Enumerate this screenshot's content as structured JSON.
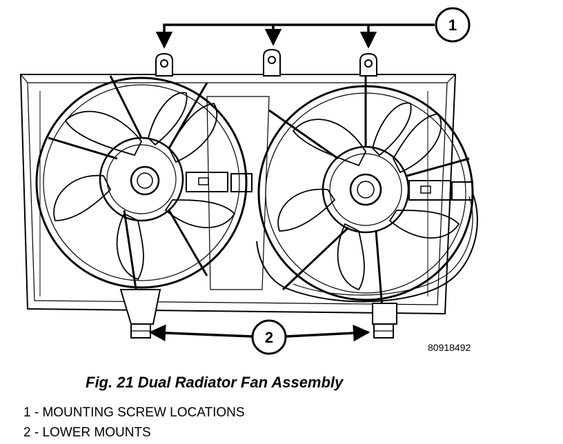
{
  "figure": {
    "caption": "Fig. 21 Dual Radiator Fan Assembly",
    "part_number": "80918492",
    "callouts": [
      {
        "number": "1",
        "meaning": "MOUNTING SCREW LOCATIONS"
      },
      {
        "number": "2",
        "meaning": "LOWER MOUNTS"
      }
    ]
  },
  "legend": [
    "1 - MOUNTING SCREW LOCATIONS",
    "2 - LOWER MOUNTS"
  ],
  "colors": {
    "line": "#000000",
    "background": "#ffffff"
  }
}
